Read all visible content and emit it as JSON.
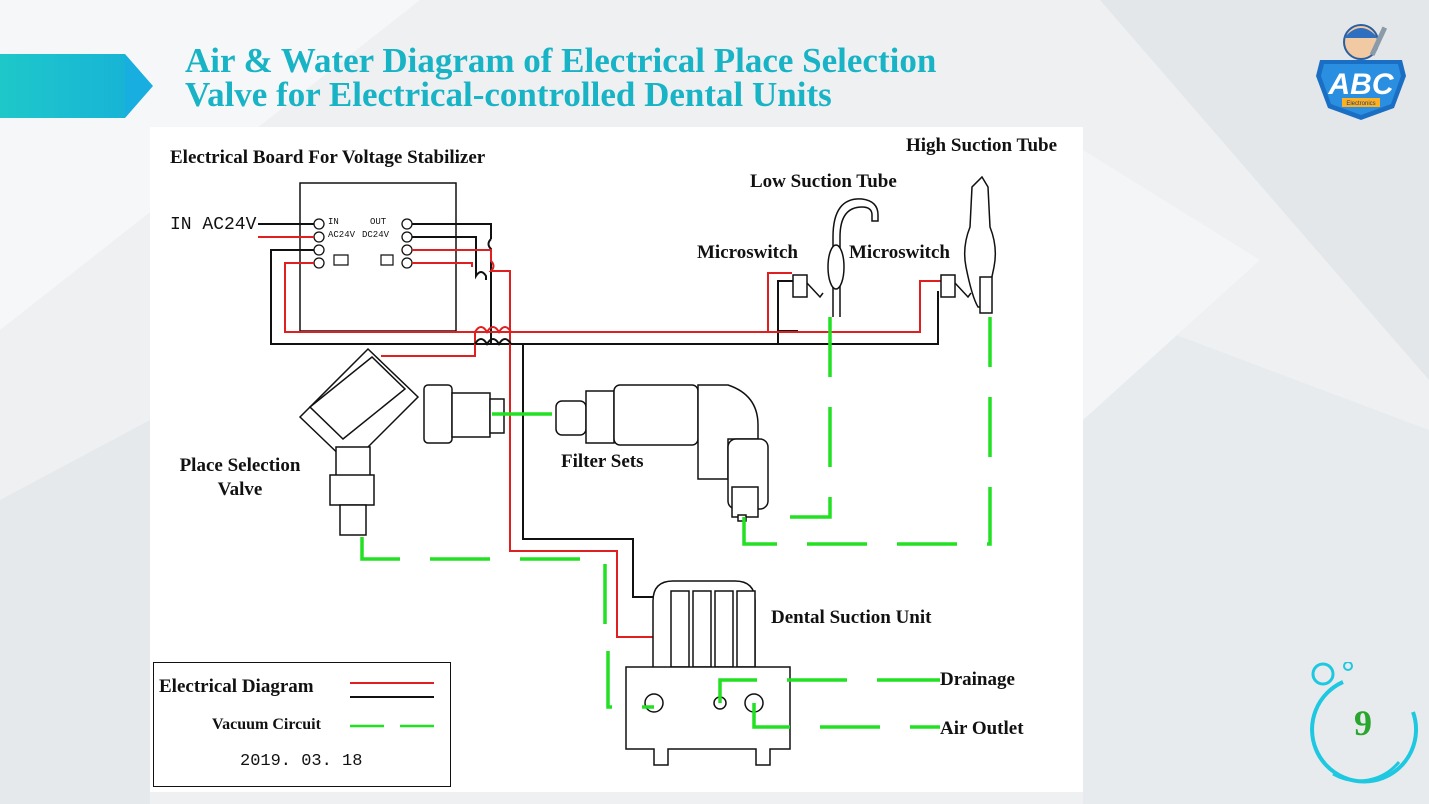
{
  "slide": {
    "title_line1": "Air & Water Diagram of Electrical Place Selection",
    "title_line2": "Valve for Electrical-controlled Dental Units",
    "page_number": "9",
    "colors": {
      "title": "#19b3c6",
      "accent": "#1ec8c9",
      "electric_red": "#e02020",
      "electric_black": "#111111",
      "vacuum": "#22e022",
      "page_number": "#2aa62f"
    }
  },
  "logo": {
    "brand": "ABC",
    "sub": "Electronics",
    "icon": "mechanic-mascot-icon"
  },
  "diagram": {
    "board_title": "Electrical Board For Voltage Stabilizer",
    "input_label": "IN AC24V",
    "board_terminals": {
      "in": "IN",
      "ac24v": "AC24V",
      "out": "OUT",
      "dc24v": "DC24V"
    },
    "high_suction": "High Suction Tube",
    "low_suction": "Low Suction Tube",
    "microswitch_1": "Microswitch",
    "microswitch_2": "Microswitch",
    "place_valve_1": "Place Selection",
    "place_valve_2": "Valve",
    "filter": "Filter Sets",
    "suction_unit": "Dental Suction Unit",
    "drainage": "Drainage",
    "air_outlet": "Air Outlet"
  },
  "legend": {
    "electrical": "Electrical Diagram",
    "vacuum": "Vacuum Circuit",
    "date": "2019. 03. 18"
  }
}
